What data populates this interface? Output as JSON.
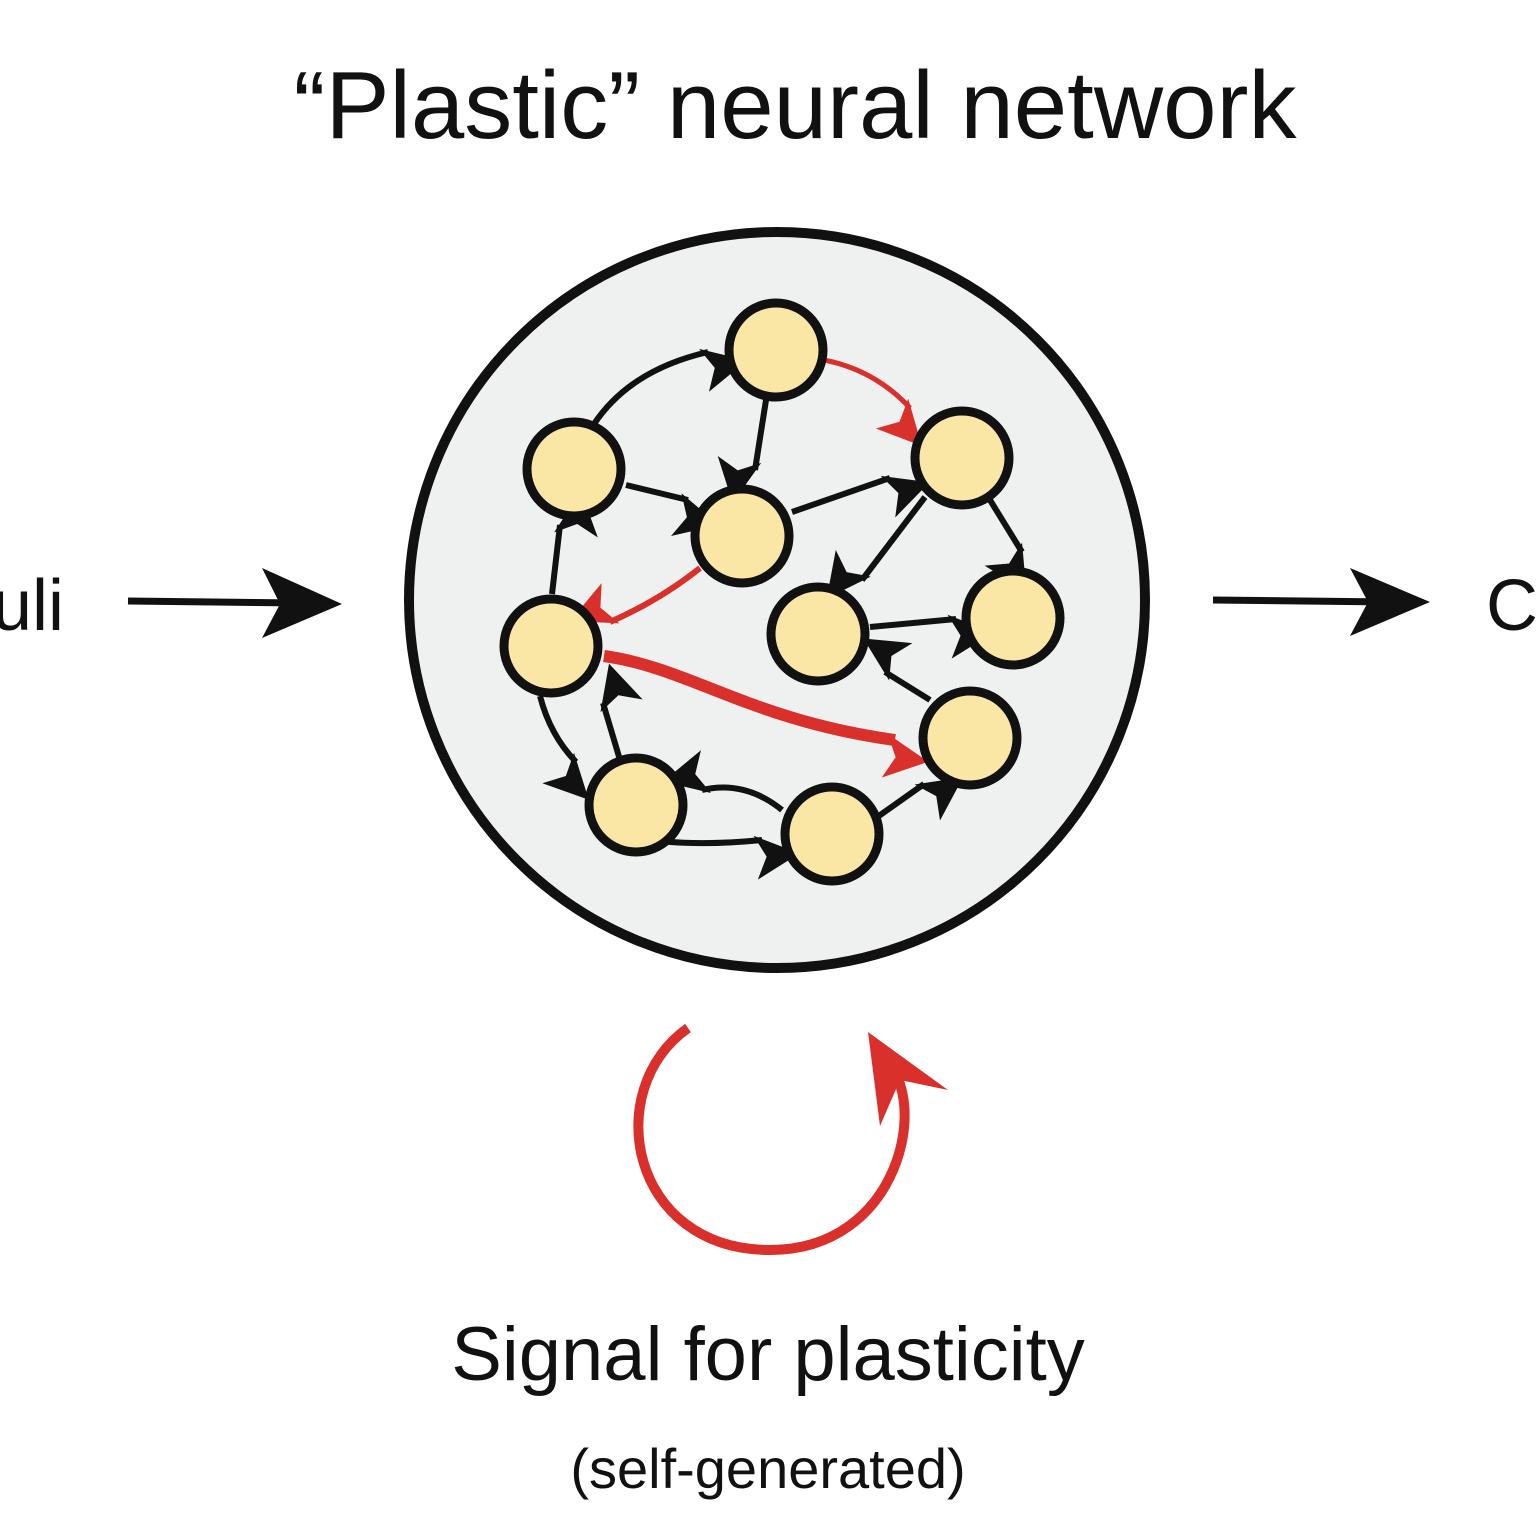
{
  "title": "“Plastic” neural network",
  "input_label": "uli",
  "output_label": "C",
  "caption": "Signal for plasticity",
  "subcaption": "(self-generated)",
  "colors": {
    "neuron_fill": "#fbe7a5",
    "neuron_stroke": "#111111",
    "network_fill": "#eff1f1",
    "plastic_red": "#d9302b",
    "arrow_black": "#111111"
  },
  "neurons": [
    {
      "id": "n1"
    },
    {
      "id": "n2"
    },
    {
      "id": "n3"
    },
    {
      "id": "n4"
    },
    {
      "id": "n5"
    },
    {
      "id": "n6"
    },
    {
      "id": "n7"
    },
    {
      "id": "n8"
    },
    {
      "id": "n9"
    },
    {
      "id": "n10"
    },
    {
      "id": "n11"
    }
  ],
  "connections": [
    {
      "from": "n2",
      "to": "n1",
      "plastic": false
    },
    {
      "from": "n1",
      "to": "n4",
      "plastic": true
    },
    {
      "from": "n1",
      "to": "n3",
      "plastic": false
    },
    {
      "from": "n2",
      "to": "n3",
      "plastic": false
    },
    {
      "from": "n3",
      "to": "n4",
      "plastic": false
    },
    {
      "from": "n4",
      "to": "n6",
      "plastic": false
    },
    {
      "from": "n4",
      "to": "n7",
      "plastic": false
    },
    {
      "from": "n6",
      "to": "n7",
      "plastic": false
    },
    {
      "from": "n3",
      "to": "n5",
      "plastic": true
    },
    {
      "from": "n5",
      "to": "n2",
      "plastic": false
    },
    {
      "from": "n5",
      "to": "n8",
      "plastic": true
    },
    {
      "from": "n8",
      "to": "n6",
      "plastic": false
    },
    {
      "from": "n5",
      "to": "n9",
      "plastic": false
    },
    {
      "from": "n9",
      "to": "n5",
      "plastic": false
    },
    {
      "from": "n9",
      "to": "n10",
      "plastic": false
    },
    {
      "from": "n10",
      "to": "n9",
      "plastic": false
    },
    {
      "from": "n10",
      "to": "n8",
      "plastic": false
    }
  ]
}
